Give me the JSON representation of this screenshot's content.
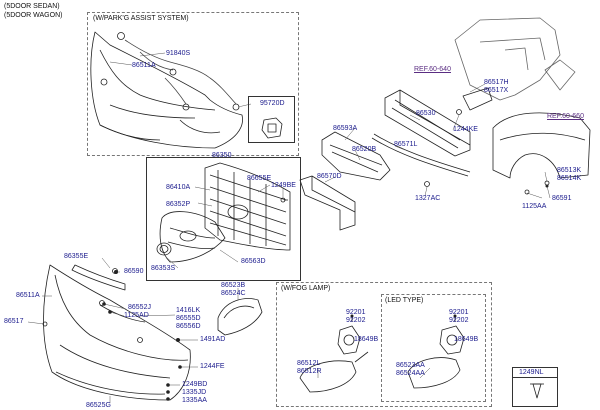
{
  "headings": {
    "variant_sedan": "(5DOOR SEDAN)",
    "variant_wagon": "(5DOOR WAGON)",
    "parking_assist": "(W/PARK'G ASSIST SYSTEM)",
    "fog_lamp": "(W/FOG LAMP)",
    "led_type": "(LED TYPE)"
  },
  "references": {
    "ref_640": "REF.60-640",
    "ref_660": "REF.60-660"
  },
  "parts": {
    "p91840S": "91840S",
    "p86511A_top": "86511A",
    "p95720D": "95720D",
    "p86350": "86350",
    "p86655E": "86655E",
    "p1249BE": "1249BE",
    "p86410A": "86410A",
    "p86352P": "86352P",
    "p86353S": "86353S",
    "p86563D": "86563D",
    "p86593A": "86593A",
    "p86520B": "86520B",
    "p86530": "86530",
    "p86571L": "86571L",
    "p86570D": "86570D",
    "p1327AC": "1327AC",
    "p86517H": "86517H",
    "p86517X": "86517X",
    "p1244KE": "1244KE",
    "p86513K": "86513K",
    "p86514K": "86514K",
    "p86591": "86591",
    "p1125AA": "1125AA",
    "p86355E": "86355E",
    "p86590": "86590",
    "p86511A_bottom": "86511A",
    "p86517": "86517",
    "p86552J": "86552J",
    "p1125AD": "1125AD",
    "p1416LK": "1416LK",
    "p86555D": "86555D",
    "p86556D": "86556D",
    "p86523B": "86523B",
    "p86524C": "86524C",
    "p1491AD": "1491AD",
    "p1244FE": "1244FE",
    "p1249BD": "1249BD",
    "p1335JD": "1335JD",
    "p1335AA": "1335AA",
    "p86525G": "86525G",
    "p92201_a": "92201",
    "p92202_a": "92202",
    "p18649B_a": "18649B",
    "p86512L": "86512L",
    "p86512R": "86512R",
    "p92201_b": "92201",
    "p92202_b": "92202",
    "p18649B_b": "18649B",
    "p86523AA": "86523AA",
    "p86524AA": "86524AA",
    "p1249NL": "1249NL"
  },
  "colors": {
    "label": "#1a1a8c",
    "reference": "#5a2d82",
    "line": "#222222",
    "leader": "#555555"
  }
}
